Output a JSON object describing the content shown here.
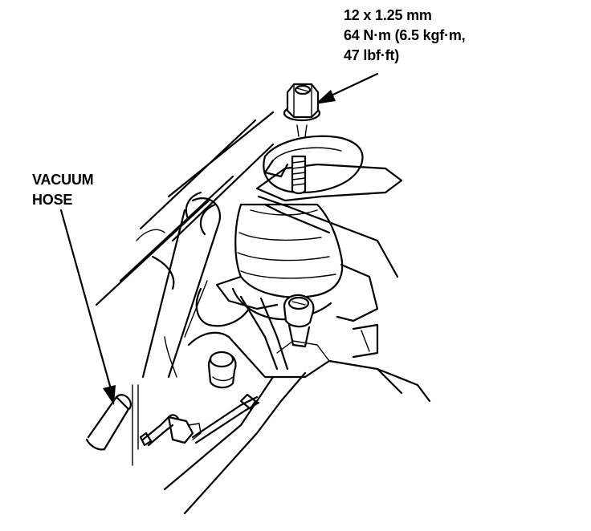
{
  "callouts": {
    "nut_spec": {
      "line1": "12 x 1.25 mm",
      "line2": "64 N·m (6.5 kgf·m,",
      "line3": "47 lbf·ft)"
    },
    "vacuum_hose": {
      "line1": "VACUUM",
      "line2": "HOSE"
    }
  },
  "colors": {
    "ink": "#000000",
    "paper": "#ffffff"
  }
}
